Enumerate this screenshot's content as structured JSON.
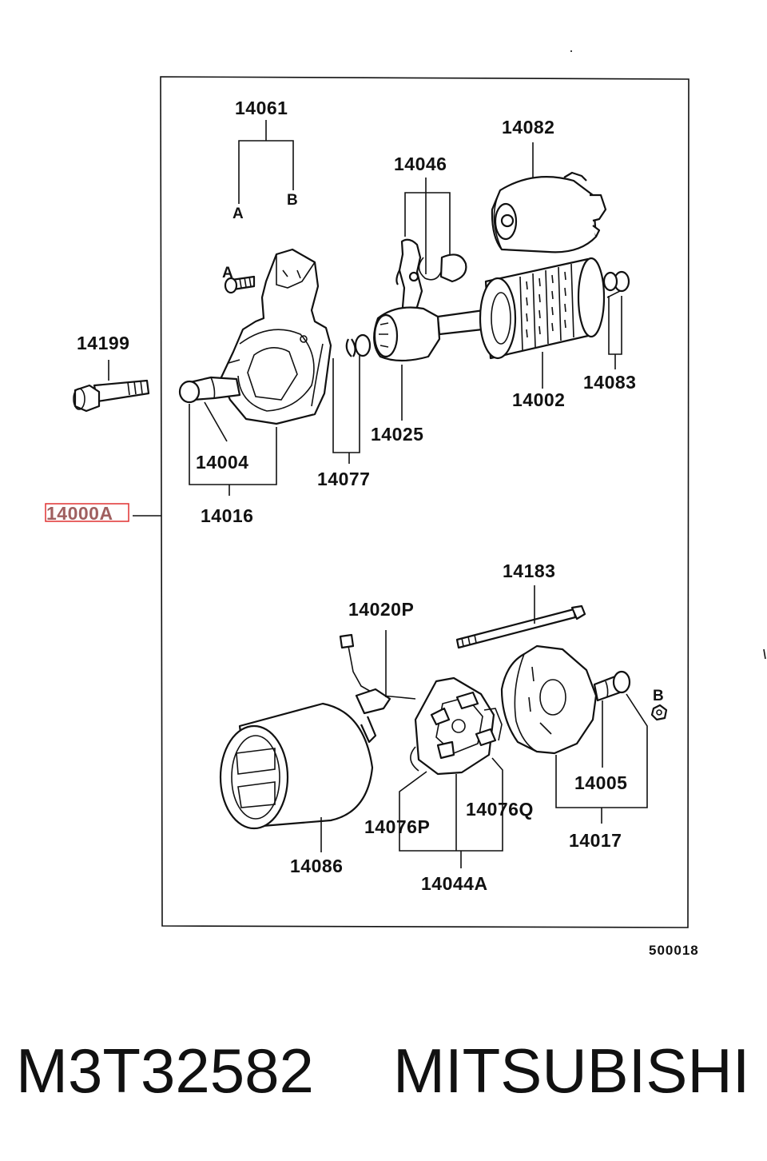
{
  "labels": {
    "p14061": "14061",
    "p14082": "14082",
    "p14046": "14046",
    "p14199": "14199",
    "p14083": "14083",
    "p14002": "14002",
    "p14025": "14025",
    "p14004": "14004",
    "p14077": "14077",
    "p14016": "14016",
    "p14000A": "14000A",
    "p14183": "14183",
    "p14020P": "14020P",
    "p14005": "14005",
    "p14076Q": "14076Q",
    "p14076P": "14076P",
    "p14017": "14017",
    "p14086": "14086",
    "p14044A": "14044A"
  },
  "markers": {
    "a_top": "A",
    "b_top": "B",
    "a_bolt": "A",
    "b_nut": "B"
  },
  "diagram_code": "500018",
  "caption": {
    "part_number": "M3T32582",
    "brand": "MITSUBISHI"
  },
  "highlight_color": "#e03030"
}
